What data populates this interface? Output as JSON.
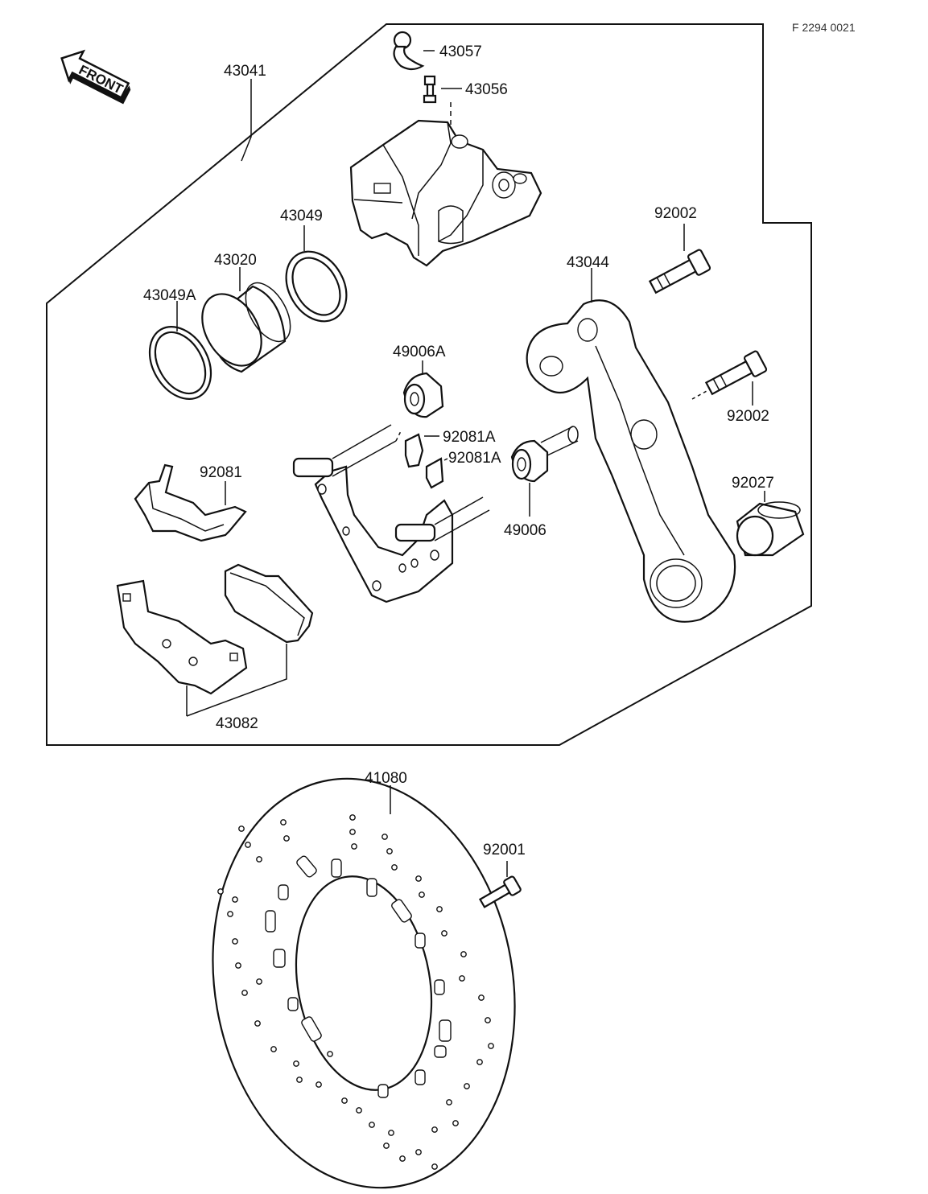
{
  "ref_code": "F 2294 0021",
  "front_label": "FRONT",
  "parts": {
    "p43057": "43057",
    "p43056": "43056",
    "p43041": "43041",
    "p43049": "43049",
    "p43020": "43020",
    "p43049A": "43049A",
    "p92002_top": "92002",
    "p43044": "43044",
    "p49006A": "49006A",
    "p92081A_1": "92081A",
    "p92081A_2": "92081A",
    "p92002_side": "92002",
    "p92081": "92081",
    "p92027": "92027",
    "p49006": "49006",
    "p43082": "43082",
    "p41080": "41080",
    "p92001": "92001"
  }
}
